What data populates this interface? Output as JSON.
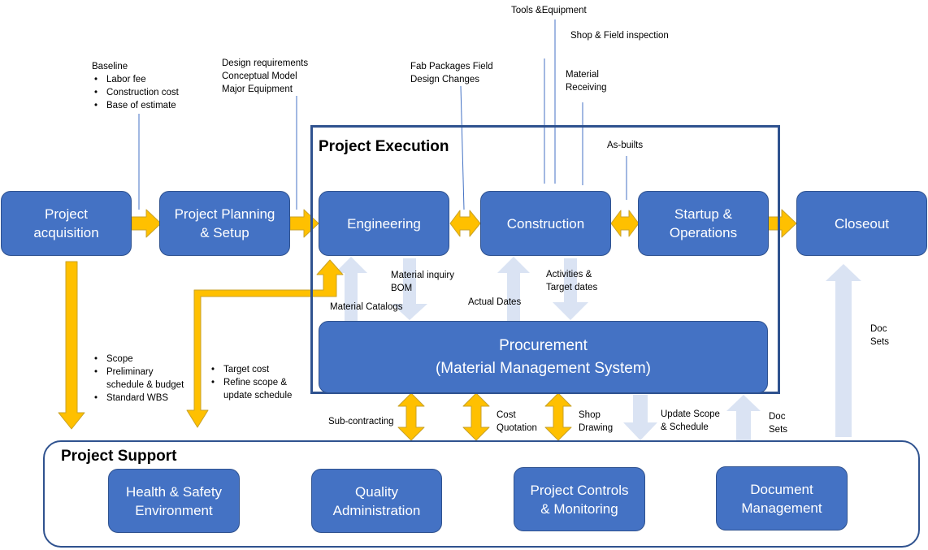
{
  "frames": {
    "execution_title": "Project Execution",
    "support_title": "Project Support"
  },
  "process": {
    "acquisition": "Project\nacquisition",
    "planning": "Project Planning\n& Setup",
    "engineering": "Engineering",
    "construction": "Construction",
    "startup": "Startup &\nOperations",
    "closeout": "Closeout",
    "procurement": "Procurement\n(Material Management System)"
  },
  "support": {
    "health": "Health & Safety\nEnvironment",
    "quality": "Quality\nAdministration",
    "controls": "Project Controls\n& Monitoring",
    "document": "Document\nManagement"
  },
  "notes": {
    "baseline": {
      "head": "Baseline",
      "items": [
        "Labor fee",
        "Construction cost",
        "Base of estimate"
      ]
    },
    "design_requirements": "Design requirements\nConceptual Model\nMajor Equipment",
    "fab_packages": "Fab Packages Field\nDesign Changes",
    "tools": "Tools &Equipment",
    "shop_field": "Shop & Field inspection",
    "material_receiving": "Material\nReceiving",
    "as_builts": "As-builts",
    "material_inquiry": "Material inquiry\nBOM",
    "material_catalogs": "Material Catalogs",
    "actual_dates": "Actual Dates",
    "activities": "Activities &\nTarget dates",
    "doc_sets_right": "Doc\nSets",
    "doc_sets_mid": "Doc\nSets",
    "scope_list": [
      "Scope",
      "Preliminary\nschedule & budget",
      "Standard WBS"
    ],
    "target_list": [
      "Target cost",
      "Refine scope &\nupdate schedule"
    ],
    "subcontracting": "Sub-contracting",
    "cost_quotation": "Cost\nQuotation",
    "shop_drawing": "Shop\nDrawing",
    "update_scope": "Update Scope\n& Schedule"
  },
  "colors": {
    "box_fill": "#4472c4",
    "box_border": "#2f528f",
    "arrow_gold": "#ffc000",
    "arrow_gold_edge": "#c9a227",
    "arrow_light": "#dae3f3",
    "leader_line": "#4472c4"
  }
}
